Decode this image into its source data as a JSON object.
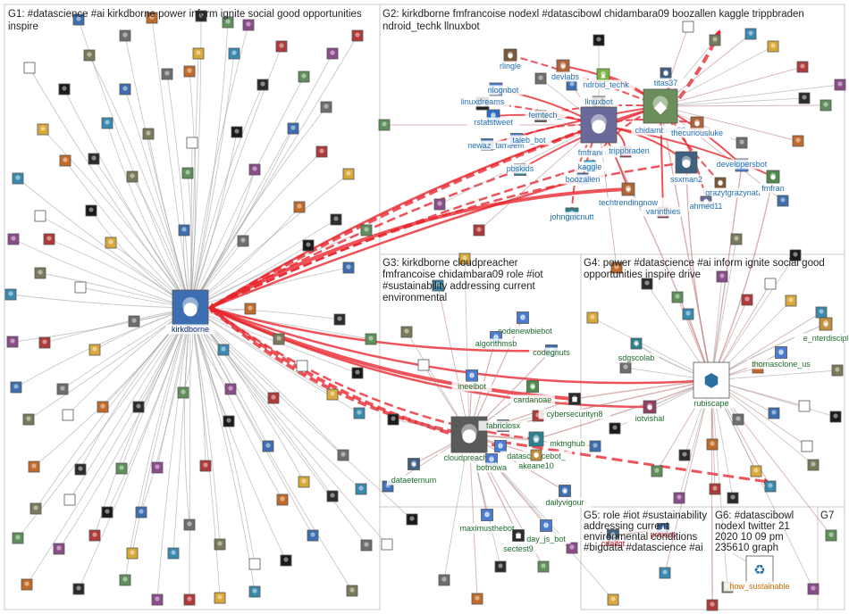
{
  "groups": [
    {
      "id": "G1",
      "title_lines": [
        "G1: #datascience #ai kirkdborne power inform ignite social good opportunities",
        "inspire"
      ]
    },
    {
      "id": "G2",
      "title_lines": [
        "G2: kirkdborne fmfrancoise nodexl #datascibowl chidambara09 boozallen kaggle trippbraden",
        "ndroid_techk llnuxbot"
      ]
    },
    {
      "id": "G3",
      "title_lines": [
        "G3: kirkdborne cloudpreacher",
        "fmfrancoise chidambara09 role #iot",
        "#sustainability addressing current",
        "environmental"
      ]
    },
    {
      "id": "G4",
      "title_lines": [
        "G4: power #datascience #ai inform ignite social good",
        "opportunities inspire drive"
      ]
    },
    {
      "id": "G5",
      "title_lines": [
        "G5: role #iot #sustainability",
        "addressing current",
        "environmental conditions",
        "#bigdata #datascience #ai"
      ]
    },
    {
      "id": "G6",
      "title_lines": [
        "G6: #datascibowl",
        "nodexl twitter 21",
        "2020 10 09 pm",
        "235610 graph"
      ]
    },
    {
      "id": "G7",
      "title_lines": [
        "G7"
      ]
    }
  ],
  "colors": {
    "g1_label": "#0b2a7a",
    "g2_label": "#1f6fb2",
    "g3_label": "#1b6d2a",
    "g4_label": "#1b6d2a",
    "g5_label": "#c0101a",
    "g6_label": "#d06b00",
    "edge_red": "#e8232a",
    "edge_gray": "#9a9a9a",
    "edge_rose": "#b87070"
  },
  "nodes": [
    {
      "label": "kirkdborne",
      "group": "g1",
      "icon": "profile-photo"
    },
    {
      "label": "rlingle",
      "group": "g2",
      "icon": "profile-photo"
    },
    {
      "label": "nlognbot",
      "group": "g2",
      "icon": "robot-icon"
    },
    {
      "label": "devlabs_",
      "group": "g2",
      "icon": "logo-icon"
    },
    {
      "label": "linuxdreams",
      "group": "g2",
      "icon": "penguin-icon"
    },
    {
      "label": "ndroid_techk",
      "group": "g2",
      "icon": "android-icon"
    },
    {
      "label": "rstatstweet",
      "group": "g2",
      "icon": "r-logo-icon"
    },
    {
      "label": "femtech_",
      "group": "g2",
      "icon": "logo-icon"
    },
    {
      "label": "llnuxbot",
      "group": "g2",
      "icon": "penguin-icon"
    },
    {
      "label": "titas37",
      "group": "g2",
      "icon": "profile-photo"
    },
    {
      "label": "newaz_tameem",
      "group": "g2",
      "icon": "profile-photo"
    },
    {
      "label": "taieb_bot",
      "group": "g2",
      "icon": "robot-icon"
    },
    {
      "label": "chidambara09",
      "group": "g2",
      "icon": "elephant-photo"
    },
    {
      "label": "thecuriousluke",
      "group": "g2",
      "icon": "profile-photo"
    },
    {
      "label": "fmfrancoise",
      "group": "g2",
      "icon": "profile-photo"
    },
    {
      "label": "pbskids",
      "group": "g2",
      "icon": "logo-icon"
    },
    {
      "label": "trippbraden",
      "group": "g2",
      "icon": "profile-photo"
    },
    {
      "label": "kaggle",
      "group": "g2",
      "icon": "kaggle-logo-icon"
    },
    {
      "label": "developersbot",
      "group": "g2",
      "icon": "robot-icon"
    },
    {
      "label": "ssxman2",
      "group": "g2",
      "icon": "profile-photo"
    },
    {
      "label": "boozallen",
      "group": "g2",
      "icon": "logo-icon"
    },
    {
      "label": "grazytgrazynatt",
      "group": "g2",
      "icon": "profile-photo"
    },
    {
      "label": "fmfran",
      "group": "g2",
      "icon": "profile-photo"
    },
    {
      "label": "techtrendingnow",
      "group": "g2",
      "icon": "logo-icon"
    },
    {
      "label": "ahmed11",
      "group": "g2",
      "icon": "profile-photo"
    },
    {
      "label": "johngmcnutt",
      "group": "g2",
      "icon": "profile-photo"
    },
    {
      "label": "vannthies",
      "group": "g2",
      "icon": "profile-photo"
    },
    {
      "label": "cloudpreacher",
      "group": "g3",
      "icon": "profile-photo"
    },
    {
      "label": "_codenewbiebot",
      "group": "g3",
      "icon": "robot-icon"
    },
    {
      "label": "algorithmsb",
      "group": "g3",
      "icon": "robot-icon"
    },
    {
      "label": "codegnuts",
      "group": "g3",
      "icon": "logo-icon"
    },
    {
      "label": "ineelbot",
      "group": "g3",
      "icon": "robot-icon"
    },
    {
      "label": "cardanoae",
      "group": "g3",
      "icon": "logo-icon"
    },
    {
      "label": "cybersecurityn8",
      "group": "g3",
      "icon": "lock-icon"
    },
    {
      "label": "fabriciosx",
      "group": "g3",
      "icon": "profile-photo"
    },
    {
      "label": "mktnghub",
      "group": "g3",
      "icon": "logo-icon"
    },
    {
      "label": "datasciencebot_",
      "group": "g3",
      "icon": "robot-icon"
    },
    {
      "label": "botnowa",
      "group": "g3",
      "icon": "robot-icon"
    },
    {
      "label": "akeane10",
      "group": "g3",
      "icon": "profile-photo"
    },
    {
      "label": "dataeternum",
      "group": "g3",
      "icon": "logo-icon"
    },
    {
      "label": "dailyvigour",
      "group": "g3",
      "icon": "logo-icon"
    },
    {
      "label": "maximusthebot",
      "group": "g3",
      "icon": "robot-icon"
    },
    {
      "label": "day_js_bot",
      "group": "g3",
      "icon": "robot-icon"
    },
    {
      "label": "sectest9",
      "group": "g3",
      "icon": "lock-icon"
    },
    {
      "label": "rubiscape",
      "group": "g4",
      "icon": "hex-logo-icon"
    },
    {
      "label": "sdgscolab",
      "group": "g4",
      "icon": "logo-icon"
    },
    {
      "label": "iotvishal",
      "group": "g4",
      "icon": "profile-photo"
    },
    {
      "label": "thomasclone_us",
      "group": "g4",
      "icon": "robot-icon"
    },
    {
      "label": "e_nterdiscipl",
      "group": "g4",
      "icon": "logo-icon"
    },
    {
      "label": "cdaitgt",
      "group": "g5",
      "icon": "logo-icon"
    },
    {
      "label": "praxics",
      "group": "g5",
      "icon": "logo-icon"
    },
    {
      "label": "how_sustainable",
      "group": "g6",
      "icon": "recycle-icon"
    }
  ]
}
